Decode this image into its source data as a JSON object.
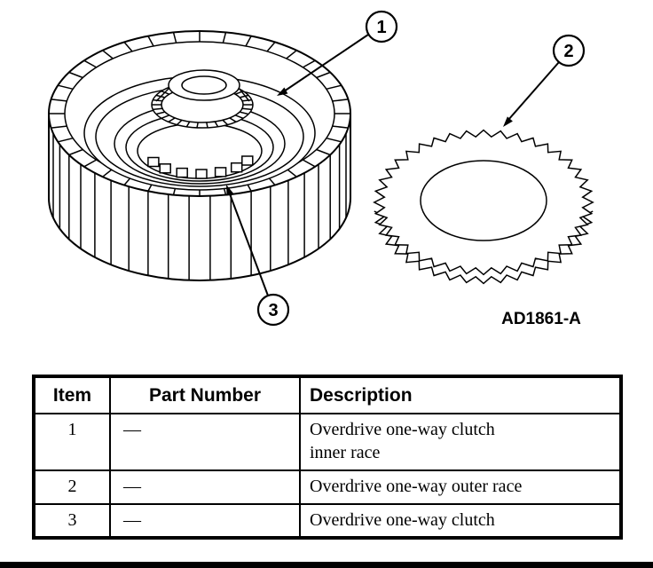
{
  "figure": {
    "label": "AD1861-A",
    "callouts": [
      {
        "number": "1"
      },
      {
        "number": "2"
      },
      {
        "number": "3"
      }
    ]
  },
  "table": {
    "headers": [
      "Item",
      "Part Number",
      "Description"
    ],
    "rows": [
      {
        "item": "1",
        "part_number": "—",
        "description": "Overdrive one-way clutch\ninner race"
      },
      {
        "item": "2",
        "part_number": "—",
        "description": "Overdrive one-way outer race"
      },
      {
        "item": "3",
        "part_number": "—",
        "description": "Overdrive one-way clutch"
      }
    ]
  }
}
